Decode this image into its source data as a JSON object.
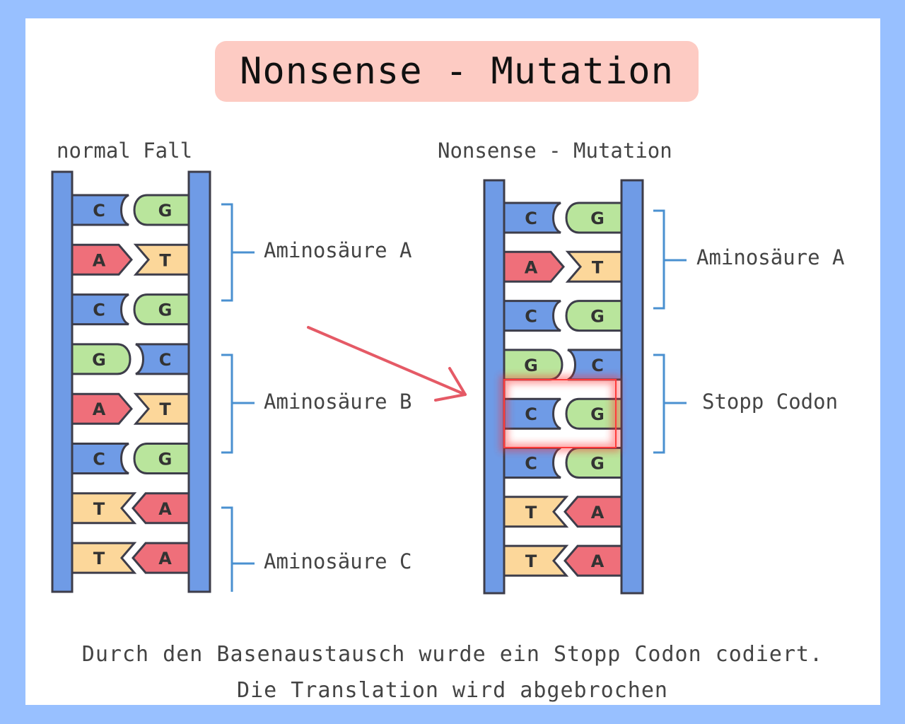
{
  "title": "Nonsense - Mutation",
  "left_panel": {
    "heading": "normal Fall",
    "pairs": [
      {
        "left": "C",
        "right": "G"
      },
      {
        "left": "A",
        "right": "T"
      },
      {
        "left": "C",
        "right": "G"
      },
      {
        "left": "G",
        "right": "C"
      },
      {
        "left": "A",
        "right": "T"
      },
      {
        "left": "C",
        "right": "G"
      },
      {
        "left": "T",
        "right": "A"
      },
      {
        "left": "T",
        "right": "A"
      }
    ],
    "groups": [
      "Aminosäure A",
      "Aminosäure B",
      "Aminosäure C"
    ]
  },
  "right_panel": {
    "heading": "Nonsense - Mutation",
    "pairs": [
      {
        "left": "C",
        "right": "G"
      },
      {
        "left": "A",
        "right": "T"
      },
      {
        "left": "C",
        "right": "G"
      },
      {
        "left": "G",
        "right": "C"
      },
      {
        "left": "C",
        "right": "G"
      },
      {
        "left": "C",
        "right": "G"
      },
      {
        "left": "T",
        "right": "A"
      },
      {
        "left": "T",
        "right": "A"
      }
    ],
    "groups": [
      "Aminosäure A",
      "Stopp Codon"
    ],
    "highlighted_pair_index": 4
  },
  "caption": {
    "line1": "Durch den Basenaustausch wurde ein Stopp Codon codiert.",
    "line2": "Die Translation wird abgebrochen"
  },
  "colors": {
    "C": "#6f9be6",
    "G": "#b9e59c",
    "A": "#ef6f7a",
    "T": "#fcd79a",
    "backbone": "#6f9be6",
    "bracket": "#4a90d0",
    "arrow": "#e55a66",
    "highlight": "#ff2a2a"
  }
}
